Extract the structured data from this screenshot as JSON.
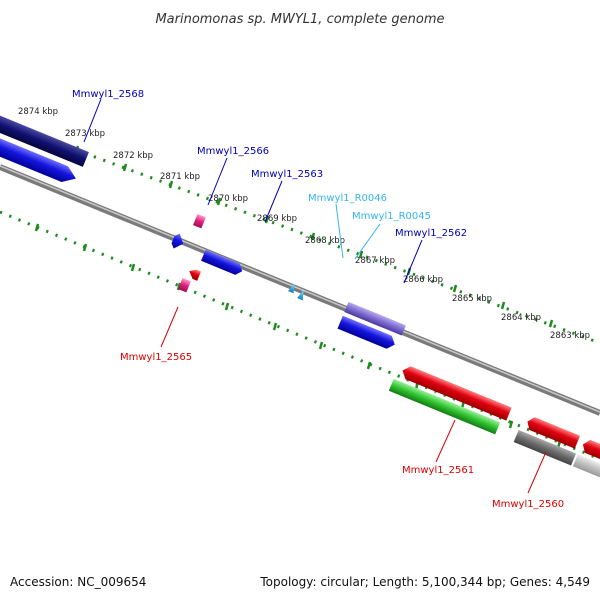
{
  "title": "Marinomonas sp. MWYL1, complete genome",
  "footer": {
    "accession": "Accession: NC_009654",
    "summary": "Topology: circular; Length: 5,100,344 bp; Genes: 4,549"
  },
  "colors": {
    "forward_cds": "#1515dd",
    "forward_cds_dark": "#101070",
    "reverse_cds": "#e00010",
    "reverse_cds_dark": "#e05060",
    "rna": "#3fb8ee",
    "pseudo": "#7d6ad0",
    "rrna": "#e0207a",
    "green_feature": "#2ec42e",
    "grey_feature": "#6b6b6b",
    "tick_dots": "#1f8a1f",
    "backbone": "#7a7a7a",
    "forward_label": "#0000bb",
    "reverse_label": "#dd0000",
    "rna_label": "#35b5ee"
  },
  "scale_labels": [
    "2874 kbp",
    "2873 kbp",
    "2872 kbp",
    "2871 kbp",
    "2870 kbp",
    "2869 kbp",
    "2868 kbp",
    "2867 kbp",
    "2866 kbp",
    "2865 kbp",
    "2864 kbp",
    "2863 kbp"
  ],
  "gene_labels": {
    "g2568": "Mmwyl1_2568",
    "g2566": "Mmwyl1_2566",
    "g2563": "Mmwyl1_2563",
    "r0046": "Mmwyl1_R0046",
    "r0045": "Mmwyl1_R0045",
    "g2562": "Mmwyl1_2562",
    "g2565": "Mmwyl1_2565",
    "g2561": "Mmwyl1_2561",
    "g2560": "Mmwyl1_2560"
  }
}
